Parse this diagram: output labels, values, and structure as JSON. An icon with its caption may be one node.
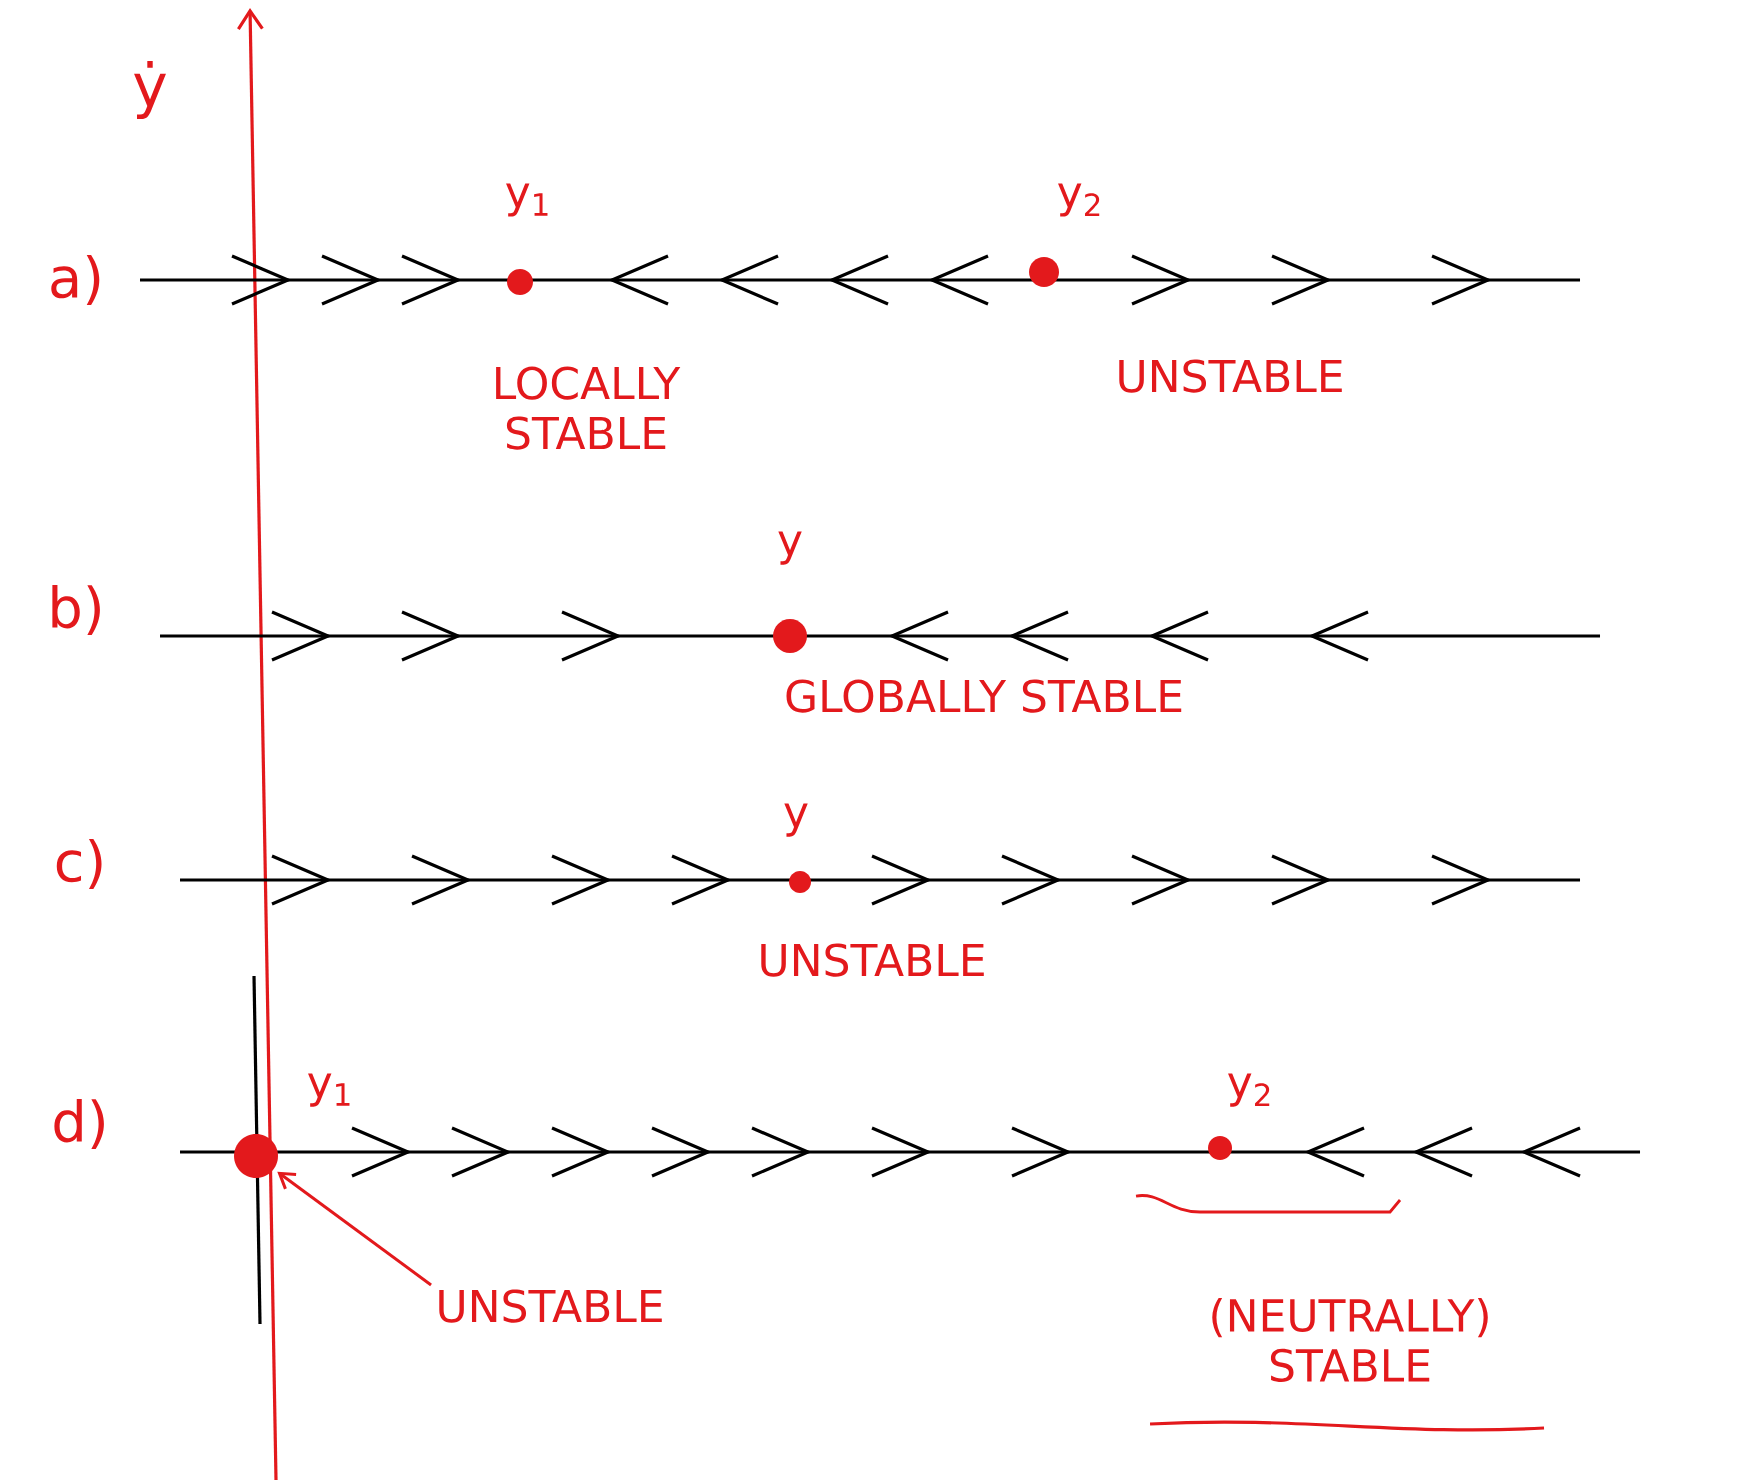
{
  "diagram": {
    "nodes": [
      {
        "text": [],
        "shape": "circle",
        "beside": [
          "y$_{1}$",
          "LOCALLY STABLE"
        ]
      },
      {
        "text": [],
        "shape": "circle",
        "beside": [
          "y$_{2}$",
          "UNSTABLE"
        ]
      },
      {
        "text": [],
        "shape": "circle",
        "beside": [
          "y",
          "GLOBALLY STABLE"
        ]
      },
      {
        "text": [],
        "shape": "circle",
        "beside": [
          "y",
          "UNSTABLE"
        ]
      },
      {
        "text": [],
        "shape": "circle",
        "beside": [
          "y$_{1}$"
        ]
      },
      {
        "text": [
          "UNSTABLE"
        ]
      },
      {
        "text": [],
        "shape": "circle",
        "beside": [
          "y$_{2}$",
          "(NEUTRALLY) STABLE"
        ]
      }
    ],
    "edges": [
      {
        "from": 5,
        "to": 4,
        "arrow": "to"
      }
    ],
    "labels": [
      "ẏ",
      "a)",
      "b)",
      "c)",
      "d)"
    ]
  }
}
